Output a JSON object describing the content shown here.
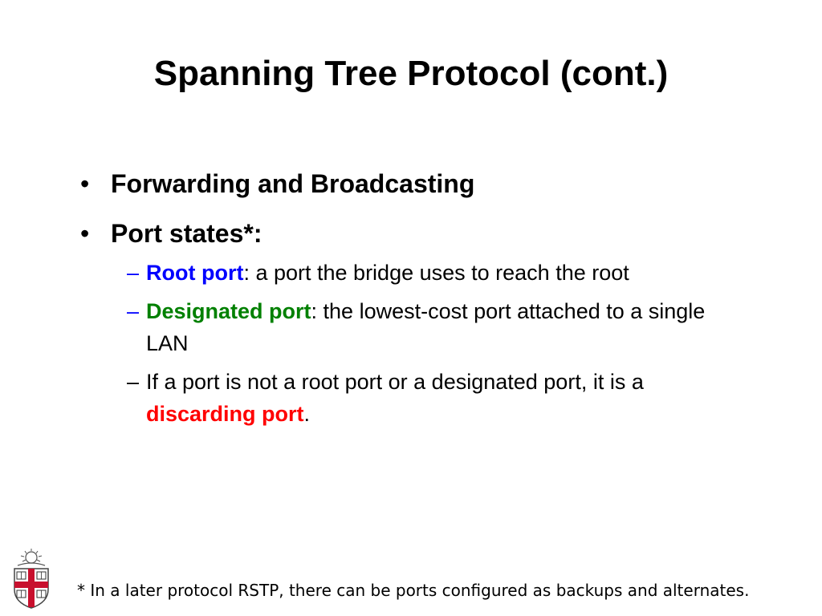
{
  "title": "Spanning Tree Protocol (cont.)",
  "bullets": [
    {
      "text": "Forwarding and Broadcasting"
    },
    {
      "text": "Port states*:"
    }
  ],
  "sub_items": [
    {
      "term": "Root port",
      "term_color": "#0000ff",
      "rest": ": a port the bridge uses to reach the root"
    },
    {
      "term": "Designated port",
      "term_color": "#008000",
      "rest": ": the lowest-cost port attached to a single LAN"
    },
    {
      "prefix": "If a port is not a root port or a designated port, it is a ",
      "term": "discarding port",
      "term_color": "#ff0000",
      "suffix": "."
    }
  ],
  "bullet_glyph": "•",
  "dash_glyph": "–",
  "footnote": "* In a later protocol RSTP, there can be ports configured as backups and alternates.",
  "colors": {
    "root": "#0000ff",
    "designated": "#008000",
    "discarding": "#ff0000",
    "dash": "#0000ff",
    "logo_red": "#c8102e"
  },
  "logo": {
    "icon": "university-shield-icon"
  }
}
